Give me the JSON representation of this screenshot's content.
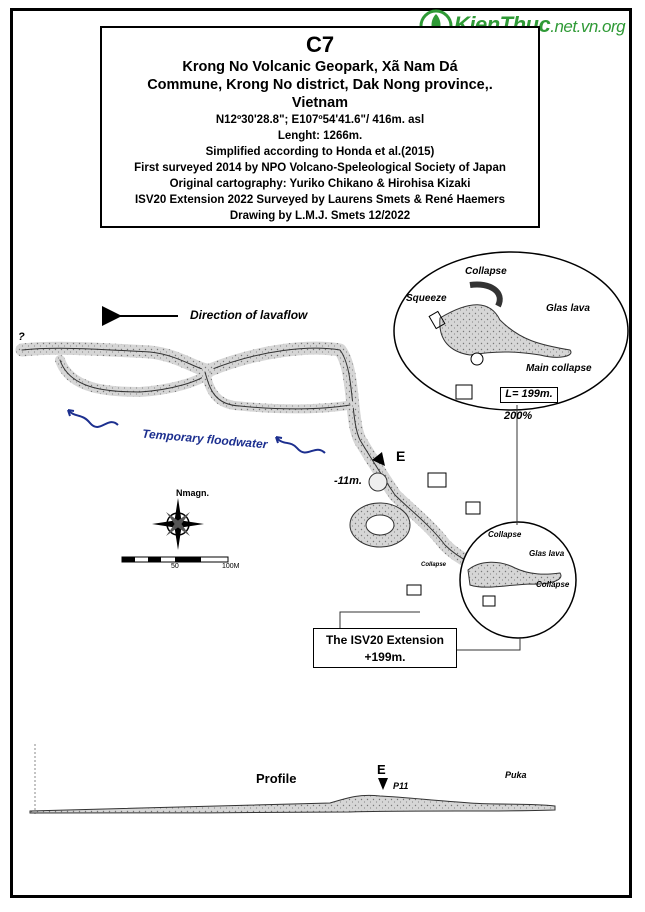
{
  "watermark": {
    "brand": "KienThuc",
    "domain": ".net.vn",
    "suffix": ".org"
  },
  "title": {
    "code": "C7",
    "name_lines": [
      "Krong No Volcanic Geopark, Xã Nam Dá",
      "Commune, Krong No district, Dak Nong province,.",
      "Vietnam"
    ],
    "coords": "N12º30'28.8\"; E107º54'41.6\"/ 416m. asl",
    "length": "Lenght: 1266m.",
    "simplified": "Simplified according to Honda et al.(2015)",
    "first_survey": "First surveyed 2014 by NPO Volcano-Speleological Society of Japan",
    "cartography": "Original cartography: Yuriko Chikano & Hirohisa Kizaki",
    "extension": "ISV20 Extension 2022 Surveyed by Laurens Smets & René Haemers",
    "drawing": "Drawing by L.M.J. Smets 12/2022"
  },
  "map": {
    "question_mark": "?",
    "lavaflow_label": "Direction of lavaflow",
    "floodwater_label": "Temporary floodwater",
    "entrance_label": "E",
    "depth_label": "-11m.",
    "north_label": "Nmagn.",
    "scale_labels": [
      "50",
      "100M"
    ]
  },
  "inset_top": {
    "collapse": "Collapse",
    "squeeze": "Squeeze",
    "glas_lava": "Glas lava",
    "main_collapse": "Main collapse",
    "length": "L= 199m.",
    "scale": "200%"
  },
  "inset_bottom": {
    "collapse_top": "Collapse",
    "glas_lava": "Glas lava",
    "collapse_right": "Collapse",
    "collapse_left": "Collapse"
  },
  "extension_box": {
    "line1": "The ISV20 Extension",
    "line2": "+199m."
  },
  "profile": {
    "title": "Profile",
    "entrance": "E",
    "p11": "P11",
    "puka": "Puka"
  },
  "colors": {
    "floodwater": "#1c2f8f",
    "watermark": "#2f9a36",
    "cave_fill": "#cfcfcf"
  }
}
